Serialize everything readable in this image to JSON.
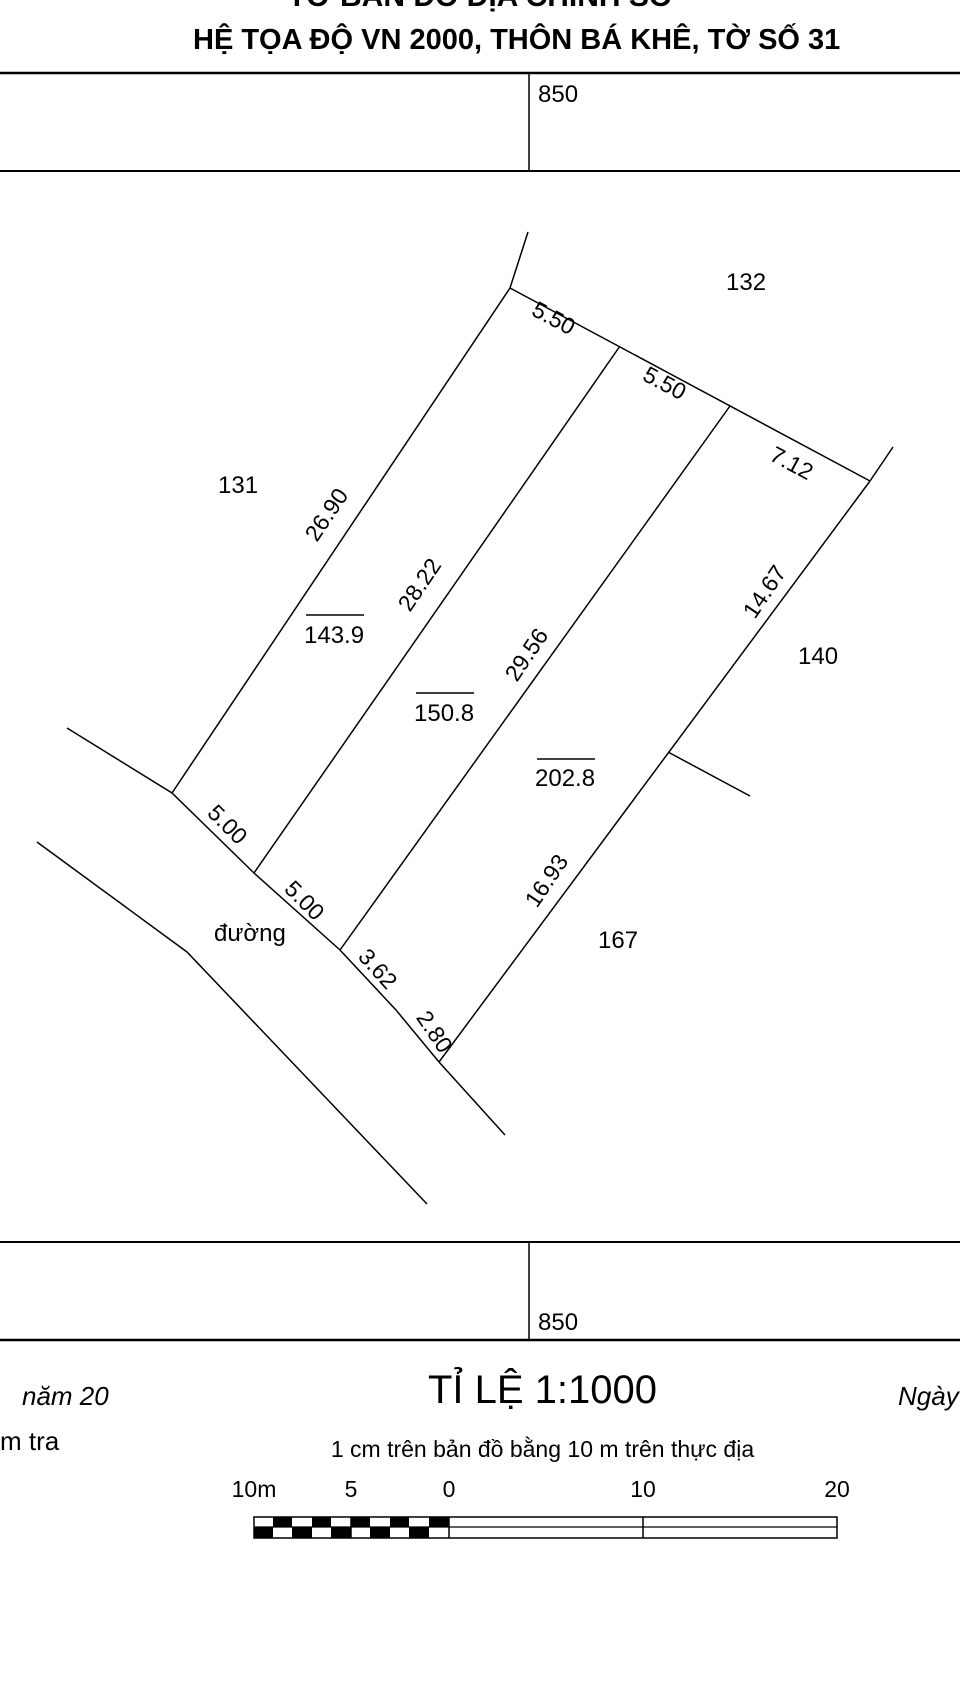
{
  "header": {
    "title_partial": "TỜ BẢN ĐỒ ĐỊA CHÍNH SỐ",
    "subtitle": "HỆ TỌA ĐỘ VN 2000, THÔN BÁ KHÊ,  TỜ SỐ 31"
  },
  "grid": {
    "top_coord": "850",
    "bottom_coord": "850"
  },
  "parcels": {
    "neighbor_132": "132",
    "neighbor_131": "131",
    "neighbor_140": "140",
    "neighbor_167": "167",
    "road": "đường",
    "area_1": "143.9",
    "area_2": "150.8",
    "area_3": "202.8"
  },
  "dimensions": {
    "top_1": "5.50",
    "top_2": "5.50",
    "top_3": "7.12",
    "left_1": "26.90",
    "mid_1": "28.22",
    "mid_2": "29.56",
    "right_upper": "14.67",
    "right_lower": "16.93",
    "bottom_1": "5.00",
    "bottom_2": "5.00",
    "bottom_3": "3.62",
    "bottom_4": "2.80"
  },
  "footer": {
    "year_partial": "năm 20",
    "check_partial": "m tra",
    "date_partial": "Ngày",
    "scale_title": "TỈ LỆ 1:1000",
    "scale_note": "1 cm trên bản đồ bằng 10 m trên thực địa",
    "scale_ticks": [
      "10m",
      "5",
      "0",
      "10",
      "20"
    ]
  }
}
